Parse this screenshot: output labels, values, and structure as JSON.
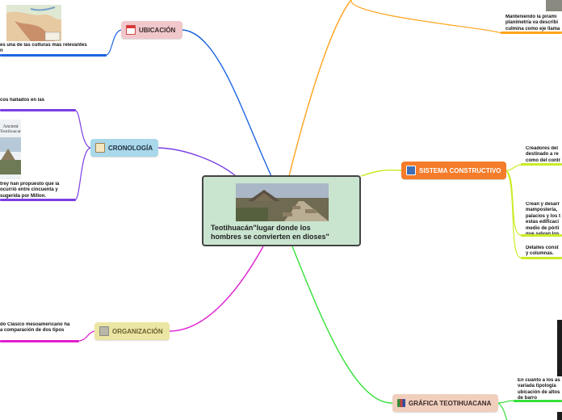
{
  "central": {
    "title": "Teotihuacán\"lugar donde los\nhombres se convierten en dioses\""
  },
  "branches": {
    "ubicacion": {
      "label": "UBICACIÓN",
      "icon": "calendar-icon",
      "color": "#f0c8cc",
      "line": "#1f66e0"
    },
    "cronologia": {
      "label": "CRONOLOGÍA",
      "icon": "notepad-icon",
      "color": "#a8d8ea",
      "line": "#7b3fe4"
    },
    "organizacion": {
      "label": "ORGANIZACIÓN",
      "icon": "folder-icon",
      "color": "#ece6a4",
      "line": "#e020d0"
    },
    "grafica": {
      "label": "GRÁFICA TEOTIHUACANA",
      "icon": "books-icon",
      "color": "#f0cfbd",
      "line": "#36e03a"
    },
    "sistema": {
      "label": "SISTEMA CONSTRUCTIVO",
      "icon": "computer-icon",
      "color": "#f47c2a",
      "line": "#c8ec26"
    },
    "top": {
      "line": "#ffa31a"
    }
  },
  "notes": {
    "ubicacion": "es una de las culturas más relevantes\nn",
    "cronologia_top": "cos hallados en las",
    "cronologia_bottom": "trey han propuesto que la\nocurrió entre cincuenta y\nsugerida por Millon.",
    "organizacion": "do Clásico mesoamericano ha\na comparación de dos tipos",
    "top_right": "Manteniendo la pirámi\nplanimetría va describi\nculmina como eje llama",
    "sistema_1": "Creadores del\ndestinado a re\ncomo del contr",
    "sistema_2": "Crean y desarr\n mampostería,\npalacios y los t\nestas edificaci\nmedio de pórti\nque salvan los",
    "sistema_3": "Detalles const\ny columnas.",
    "grafica": "En cuanto a los as\nvariada tipología\nubicación de altos\nde barro"
  },
  "book": {
    "title_line1": "Ancient",
    "title_line2": "Teotihuacan"
  }
}
